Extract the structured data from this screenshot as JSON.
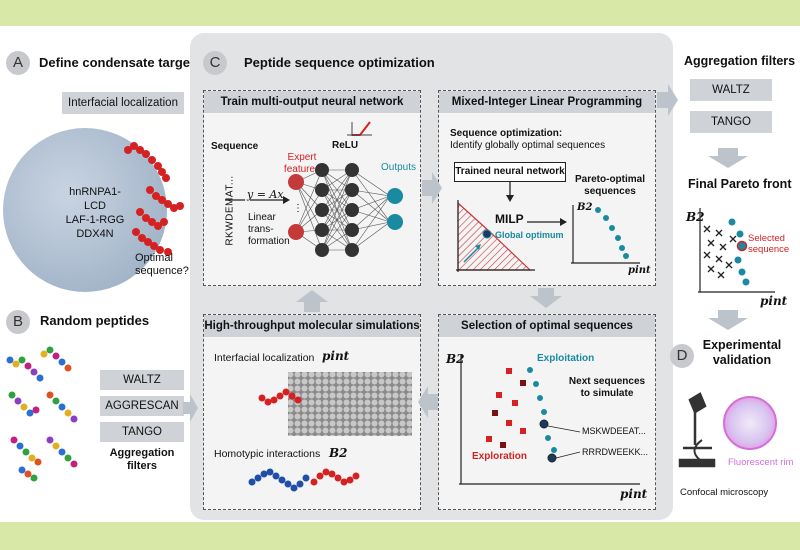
{
  "panel_a": {
    "badge": "A",
    "title": "Define condensate target",
    "bar_label": "Interfacial localization",
    "proteins": [
      "hnRNPA1-LCD",
      "LAF-1-RGG",
      "DDX4N"
    ],
    "question": "Optimal sequence?"
  },
  "panel_b": {
    "badge": "B",
    "title": "Random peptides",
    "filters": [
      "WALTZ",
      "AGGRESCAN",
      "TANGO"
    ],
    "filters_label": "Aggregation filters"
  },
  "panel_c": {
    "badge": "C",
    "title": "Peptide sequence optimization",
    "train": {
      "header": "Train multi-output neural network",
      "sequence_label": "Sequence",
      "sequence_example": "RKWDEMAT...",
      "equation": "y = Ax",
      "linear_label": "Linear trans- formation",
      "expert_label": "Expert features",
      "relu_label": "ReLU",
      "outputs_label": "Outputs"
    },
    "milp": {
      "header": "Mixed-Integer Linear Programming",
      "subtitle": "Sequence optimization:",
      "subtitle2": "Identify globally optimal sequences",
      "trained_label": "Trained neural network",
      "milp_label": "MILP",
      "global_label": "Global optimum",
      "pareto_label": "Pareto-optimal sequences",
      "y_axis": "B2",
      "x_axis": "pint"
    },
    "sim": {
      "header": "High-throughput molecular simulations",
      "interfacial_label": "Interfacial localization",
      "interfacial_sym": "pint",
      "homotypic_label": "Homotypic interactions",
      "homotypic_sym": "B2"
    },
    "selection": {
      "header": "Selection of optimal sequences",
      "exploitation": "Exploitation",
      "next_label": "Next sequences to simulate",
      "seq1": "MSKWDEEAT...",
      "seq2": "RRRDWEEKK...",
      "exploration": "Exploration",
      "y_axis": "B2",
      "x_axis": "pint"
    }
  },
  "panel_right": {
    "agg_title": "Aggregation filters",
    "filters": [
      "WALTZ",
      "TANGO"
    ],
    "pareto_title": "Final Pareto front",
    "selected_label": "Selected sequence",
    "y_axis": "B2",
    "x_axis": "pint"
  },
  "panel_d": {
    "badge": "D",
    "title": "Experimental validation",
    "fluorescent": "Fluorescent rim",
    "microscopy": "Confocal microscopy"
  },
  "colors": {
    "accent_red": "#d42222",
    "accent_teal": "#1a8aa0",
    "panel_gray": "#cfd3d8"
  }
}
